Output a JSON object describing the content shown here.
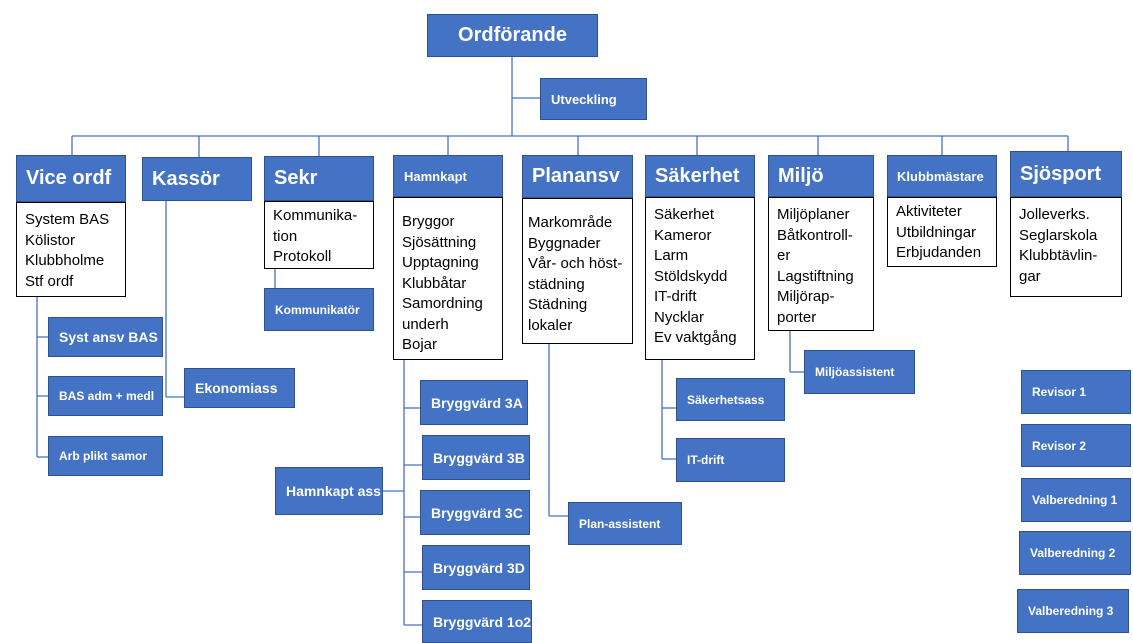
{
  "chairman": "Ordförande",
  "development": "Utveckling",
  "departments": [
    {
      "title": "Vice ordf",
      "items": [
        "System BAS",
        "Kölistor",
        "Klubbholme",
        "Stf ordf"
      ]
    },
    {
      "title": "Kassör",
      "items": []
    },
    {
      "title": "Sekr",
      "items": [
        "Kommunika-",
        "tion",
        "Protokoll"
      ]
    },
    {
      "title": "Hamnkapt",
      "items": [
        "Bryggor",
        "Sjösättning",
        "Upptagning",
        "Klubbåtar",
        "Samordning",
        "underh",
        "Bojar"
      ]
    },
    {
      "title": "Planansv",
      "items": [
        "Markområde",
        "Byggnader",
        "Vår- och höst-",
        "städning",
        "Städning",
        "lokaler"
      ]
    },
    {
      "title": "Säkerhet",
      "items": [
        "Säkerhet",
        "Kameror",
        "Larm",
        "Stöldskydd",
        "IT-drift",
        "Nycklar",
        "Ev vaktgång"
      ]
    },
    {
      "title": "Miljö",
      "items": [
        "Miljöplaner",
        "Båtkontroll-",
        "er",
        "Lagstiftning",
        "Miljörap-",
        "porter"
      ]
    },
    {
      "title": "Klubbmästare",
      "items": [
        "Aktiviteter",
        "Utbildningar",
        "Erbjudanden"
      ]
    },
    {
      "title": "Sjösport",
      "items": [
        "Jolleverks.",
        "Seglarskola",
        "Klubbtävlin-",
        "gar"
      ]
    }
  ],
  "sub_units": {
    "vice_ordf": [
      "Syst ansv BAS",
      "BAS adm + medl",
      "Arb plikt samor"
    ],
    "kassor": [
      "Ekonomiass"
    ],
    "sekr": [
      "Kommunikatör"
    ],
    "hamnkapt_assistant": "Hamnkapt ass",
    "hamnkapt": [
      "Bryggvärd 3A",
      "Bryggvärd 3B",
      "Bryggvärd 3C",
      "Bryggvärd 3D",
      "Bryggvärd 1o2"
    ],
    "planansv": [
      "Plan-assistent"
    ],
    "sakerhet": [
      "Säkerhetsass",
      "IT-drift"
    ],
    "miljo": [
      "Miljöassistent"
    ]
  },
  "auditors": [
    "Revisor 1",
    "Revisor 2",
    "Valberedning 1",
    "Valberedning 2",
    "Valberedning 3"
  ],
  "colors": {
    "box_fill": "#4472c4",
    "box_border": "#2f528f",
    "connector": "#4472c4",
    "text_on_box": "#ffffff"
  }
}
